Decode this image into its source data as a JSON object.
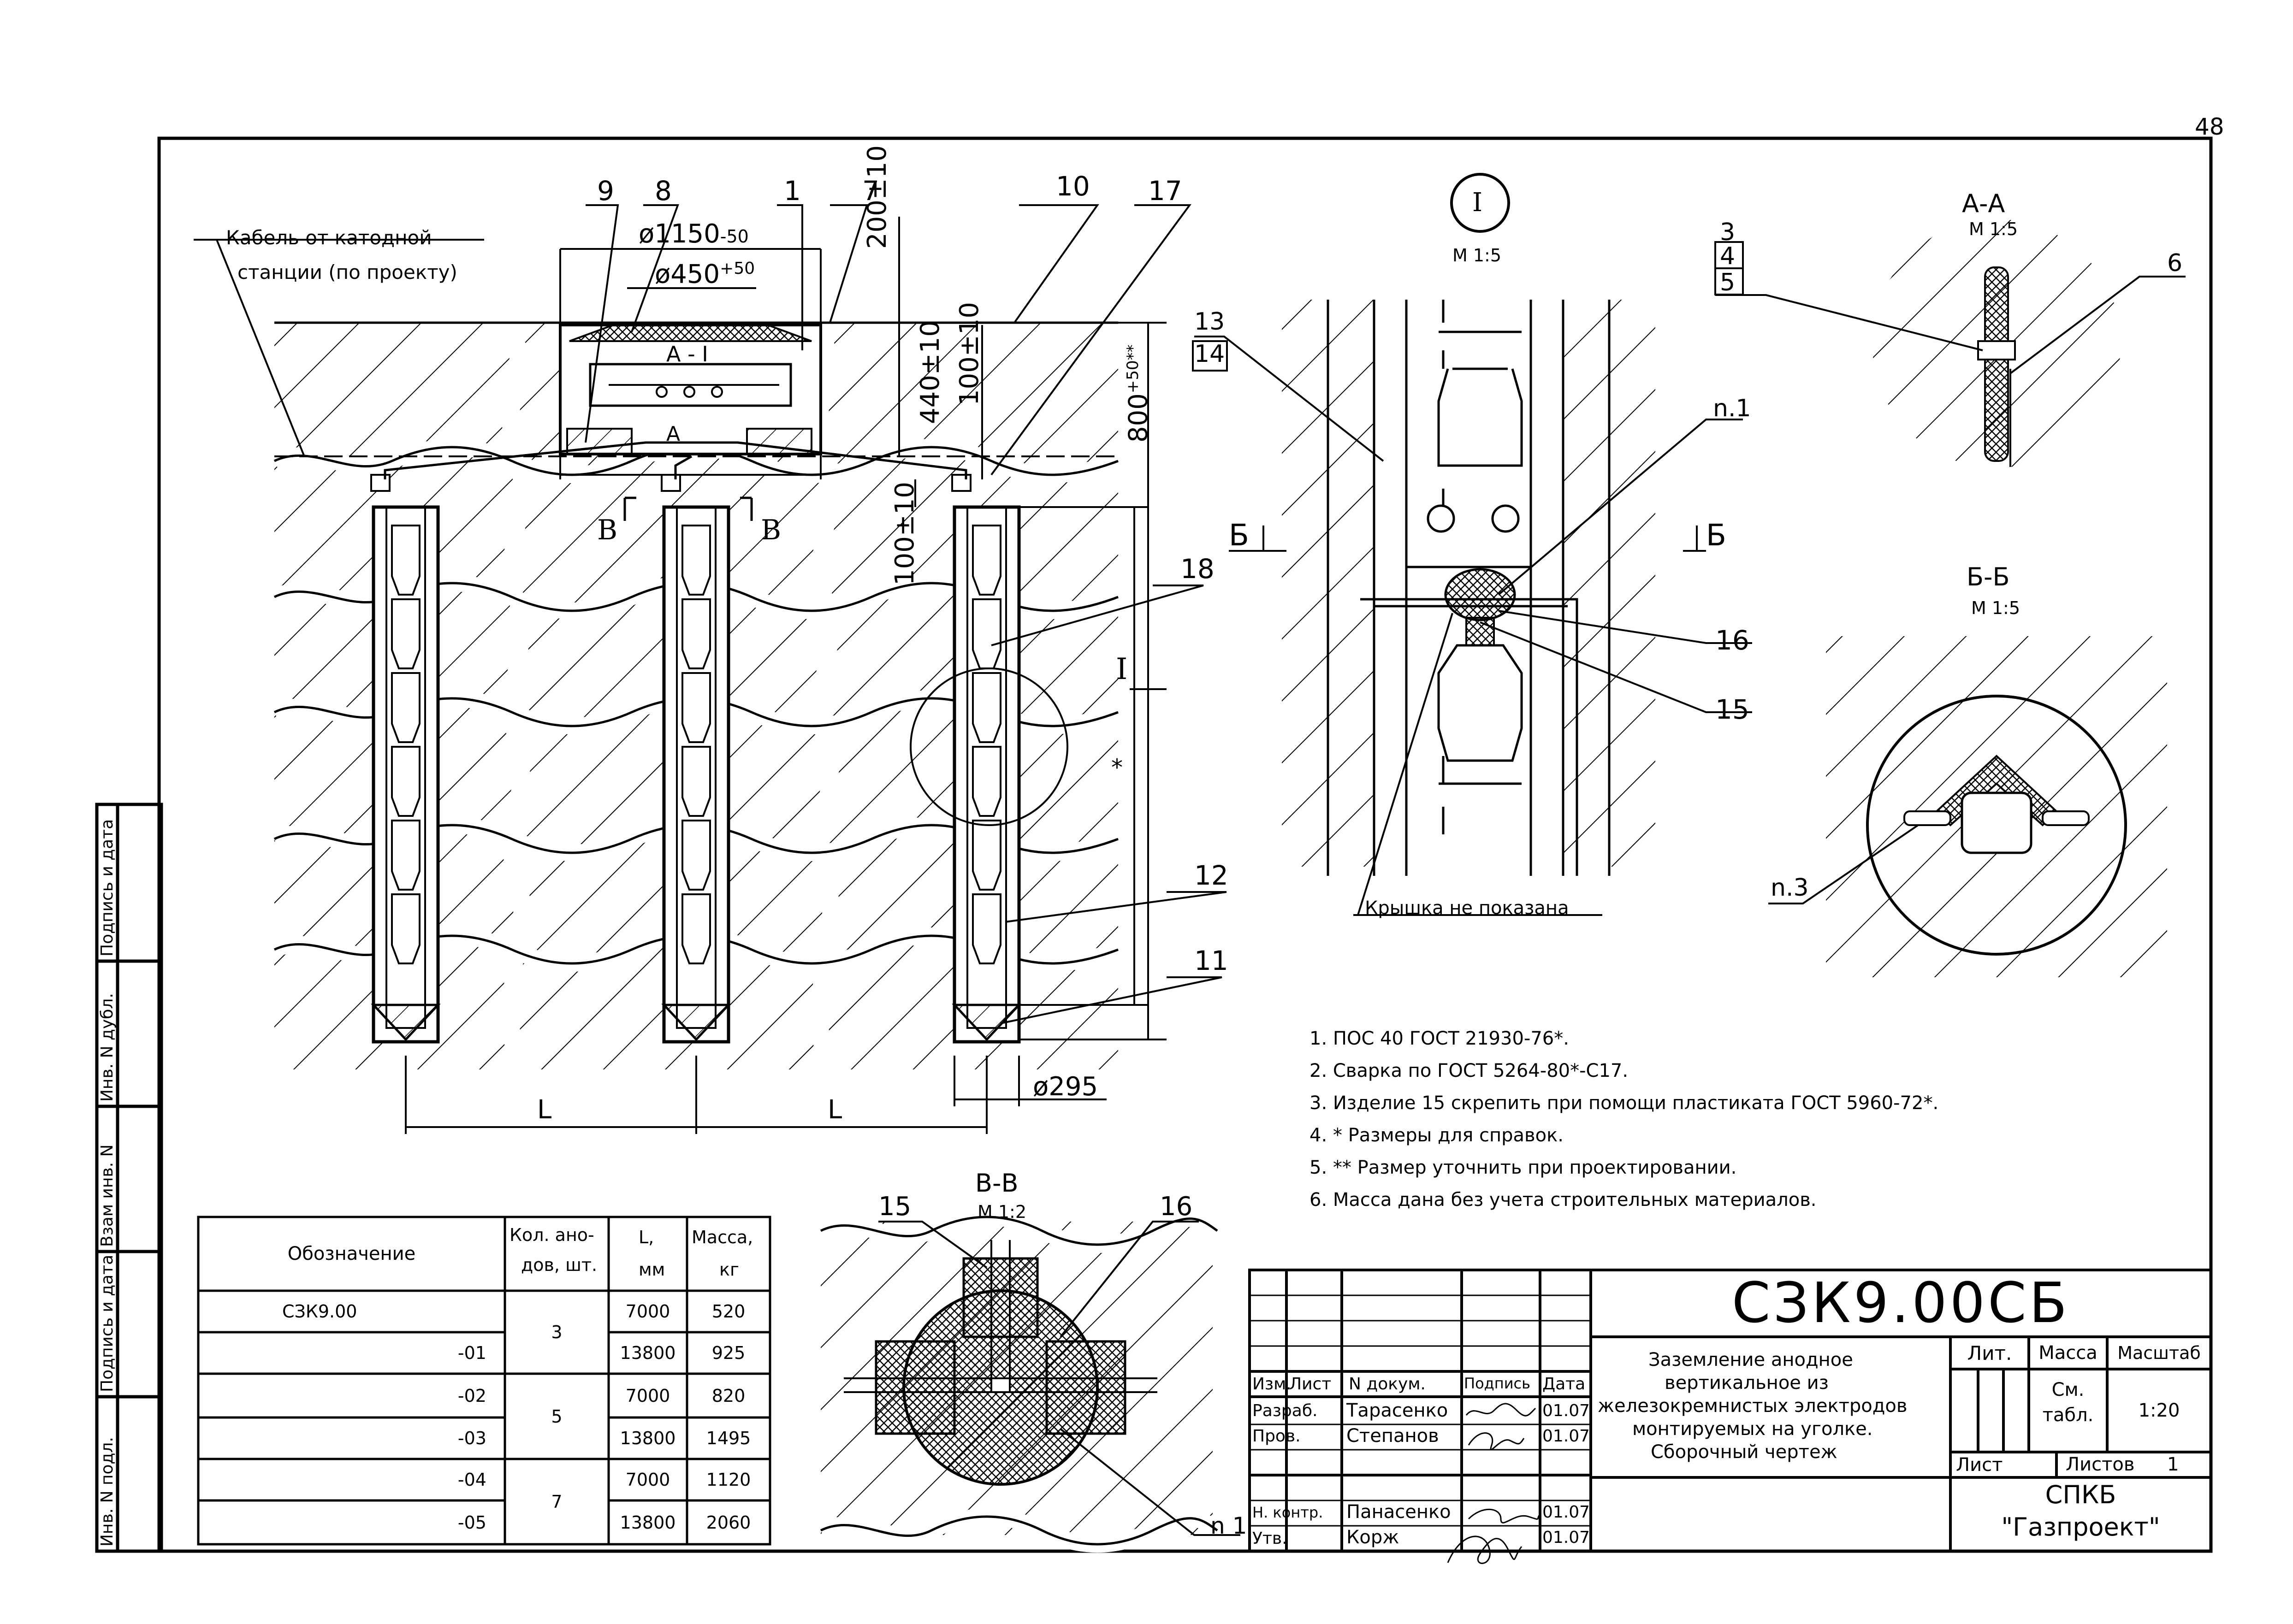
{
  "page_number": "48",
  "callouts": {
    "p9": "9",
    "p8": "8",
    "p1": "1",
    "p7": "7",
    "p10": "10",
    "p17": "17",
    "p18": "18",
    "p12": "12",
    "p11": "11",
    "p13": "13",
    "p14": "14",
    "p16": "16",
    "p15": "15",
    "p3": "3",
    "p4": "4",
    "p5": "5",
    "p6": "6",
    "n1": "n.1",
    "n3": "n.3",
    "n1b": "n 1",
    "p15b": "15",
    "p16b": "16"
  },
  "cable_label_line1": "Кабель от катодной",
  "cable_label_line2": "станции (по проекту)",
  "dims": {
    "d1150": "ø1150",
    "d1150_tol": "-50",
    "d450": "ø450",
    "d450_tol": "+50",
    "h200": "200±10",
    "h440": "440±10",
    "h100a": "100±10",
    "h100b": "100±10",
    "h800": "800",
    "h800_tol": "+50**",
    "star": "*",
    "d295": "ø295",
    "L1": "L",
    "L2": "L"
  },
  "section_marks": {
    "aa_in_plan": "А - I",
    "a_small": "А",
    "b1": "В",
    "b2": "В",
    "b_left": "Б",
    "b_right": "Б",
    "detail_I_mark": "I"
  },
  "detail_I": {
    "circle": "I",
    "scale": "М 1:5",
    "lid_note": "Крышка не показана"
  },
  "section_AA": {
    "title": "А-А",
    "scale": "М 1:5"
  },
  "section_BB": {
    "title": "Б-Б",
    "scale": "М 1:5"
  },
  "section_VV": {
    "title": "В-В",
    "scale": "М 1:2"
  },
  "notes": [
    "1. ПОС 40 ГОСТ 21930-76*.",
    "2. Сварка по ГОСТ 5264-80*-С17.",
    "3. Изделие 15 скрепить при помощи пластиката ГОСТ 5960-72*.",
    "4.  * Размеры для справок.",
    "5.  ** Размер уточнить при проектировании.",
    "6. Масса дана без учета строительных материалов."
  ],
  "variants_table": {
    "headers": [
      "Обозначение",
      "Кол. ано-",
      "дов, шт.",
      "L,",
      "мм",
      "Масса,",
      "кг"
    ],
    "rows": [
      {
        "designation": "СЗК9.00",
        "qty": "3",
        "length": "7000",
        "mass": "520"
      },
      {
        "designation": "-01",
        "qty": "",
        "length": "13800",
        "mass": "925"
      },
      {
        "designation": "-02",
        "qty": "5",
        "length": "7000",
        "mass": "820"
      },
      {
        "designation": "-03",
        "qty": "",
        "length": "13800",
        "mass": "1495"
      },
      {
        "designation": "-04",
        "qty": "7",
        "length": "7000",
        "mass": "1120"
      },
      {
        "designation": "-05",
        "qty": "",
        "length": "13800",
        "mass": "2060"
      }
    ]
  },
  "side_stamp": [
    "Инв. N подл.",
    "Подпись и дата",
    "Взам инв. N",
    "Инв. N дубл.",
    "Подпись и дата"
  ],
  "title_block": {
    "code": "СЗК9.00СБ",
    "title_lines": [
      "Заземление анодное",
      "вертикальное из",
      "железокремнистых электродов",
      "монтируемых на уголке.",
      "Сборочный чертеж"
    ],
    "col_headers": [
      "Изм.",
      "Лист",
      "N докум.",
      "Подпись",
      "Дата"
    ],
    "people": [
      {
        "role": "Разраб.",
        "name": "Тарасенко",
        "date": "01.07"
      },
      {
        "role": "Пров.",
        "name": "Степанов",
        "date": "01.07"
      },
      {
        "role": "Н. контр.",
        "name": "Панасенко",
        "date": "01.07"
      },
      {
        "role": "Утв.",
        "name": "Корж",
        "date": "01.07"
      }
    ],
    "lit_label": "Лит.",
    "mass_label": "Масса",
    "scale_label": "Масштаб",
    "mass_value_line1": "См.",
    "mass_value_line2": "табл.",
    "scale_value": "1:20",
    "sheet_label": "Лист",
    "sheets_label": "Листов",
    "sheets_value": "1",
    "org_line1": "СПКБ",
    "org_line2": "\"Газпроект\""
  }
}
